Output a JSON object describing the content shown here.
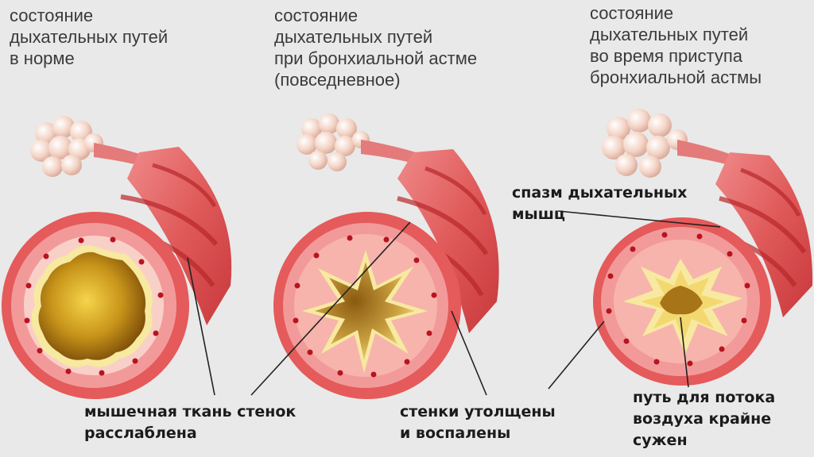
{
  "titles": {
    "normal": "состояние\nдыхательных путей\nв норме",
    "asthma_daily": "состояние\nдыхательных путей\nпри бронхиальной астме\n(повседневное)",
    "asthma_attack": "состояние\nдыхательных путей\nво время приступа\nбронхиальной астмы"
  },
  "labels": {
    "spasm": "спазм дыхательных\nмышц",
    "muscle_relaxed": "мышечная ткань стенок\nрасслаблена",
    "walls_thickened": "стенки утолщены\nи воспалены",
    "airway_narrowed": "путь для потока\nвоздуха крайне\nсужен"
  },
  "colors": {
    "background": "#e9e9e9",
    "tube_red": "#d94a4a",
    "tube_stripe": "#b8262a",
    "wall_pink": "#f3a0a0",
    "lumen_dark": "#b88410",
    "lumen_light": "#f6e27a",
    "alveoli": "#f4d6c8"
  }
}
